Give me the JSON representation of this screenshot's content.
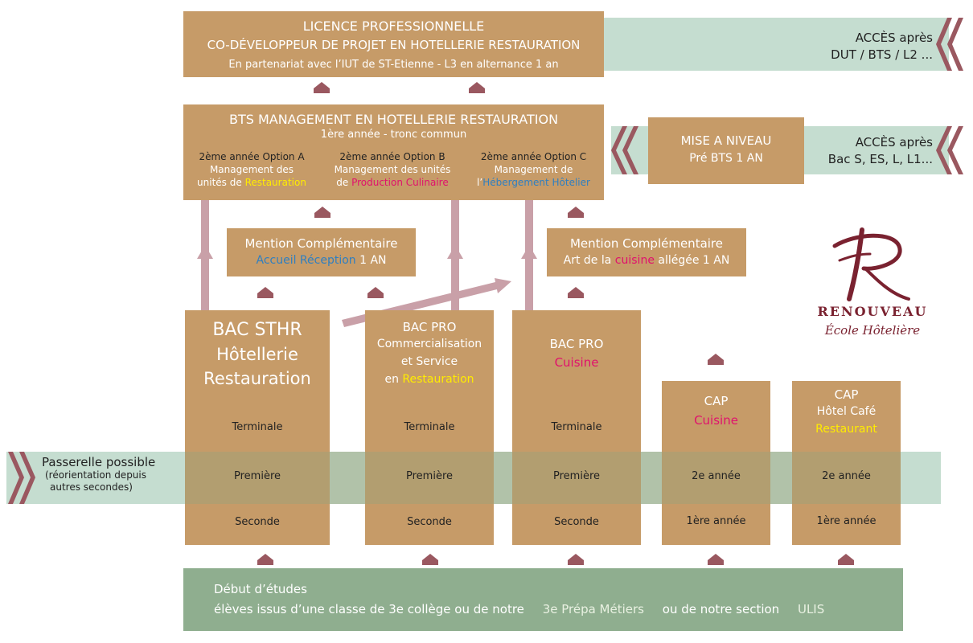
{
  "licence": {
    "line1": "LICENCE PROFESSIONNELLE",
    "line2": "CO-DÉVELOPPEUR DE PROJET EN HOTELLERIE RESTAURATION",
    "line3": "En partenariat avec l’IUT de ST-Etienne - L3 en alternance 1 an"
  },
  "acces_licence": {
    "line1": "ACCÈS après",
    "line2": "DUT / BTS / L2 ..."
  },
  "bts": {
    "title": "BTS MANAGEMENT EN HOTELLERIE RESTAURATION",
    "subtitle": "1ère année - tronc commun",
    "options": [
      {
        "head": "2ème année Option A",
        "line1": "Management des",
        "pre": "unités de ",
        "highlight": "Restauration"
      },
      {
        "head": "2ème année Option B",
        "line1": "Management des unités",
        "pre": "de ",
        "highlight": "Production Culinaire"
      },
      {
        "head": "2ème année Option C",
        "line1": "Management de",
        "pre": "l’",
        "highlight": "Hébergement Hôtelier"
      }
    ]
  },
  "mise_a_niveau": {
    "line1": "MISE A NIVEAU",
    "line2": "Pré BTS 1 AN"
  },
  "acces_bts": {
    "line1": "ACCÈS après",
    "line2": "Bac S, ES, L, L1..."
  },
  "mention_accueil": {
    "line1": "Mention Complémentaire",
    "highlight": "Accueil Réception",
    "post": " 1 AN"
  },
  "mention_cuisine": {
    "line1": "Mention Complémentaire",
    "pre": "Art de la ",
    "highlight": "cuisine",
    "post": " allégée 1 AN"
  },
  "logo": {
    "name": "RENOUVEAU",
    "tagline": "École Hôtelière"
  },
  "bac_sthr": {
    "line1": "BAC STHR",
    "line2": "Hôtellerie",
    "line3": "Restauration",
    "years": [
      "Terminale",
      "Première",
      "Seconde"
    ]
  },
  "bac_pro_service": {
    "line1": "BAC PRO",
    "line2": "Commercialisation",
    "line3": "et Service",
    "pre": "en ",
    "highlight": "Restauration",
    "years": [
      "Terminale",
      "Première",
      "Seconde"
    ]
  },
  "bac_pro_cuisine": {
    "line1": "BAC PRO",
    "highlight": "Cuisine",
    "years": [
      "Terminale",
      "Première",
      "Seconde"
    ]
  },
  "cap_cuisine": {
    "line1": "CAP",
    "highlight": "Cuisine",
    "years": [
      "2e année",
      "1ère année"
    ]
  },
  "cap_hotel": {
    "line1": "CAP",
    "line2": "Hôtel Café",
    "highlight": "Restaurant",
    "years": [
      "2e année",
      "1ère année"
    ]
  },
  "passerelle": {
    "line1": "Passerelle possible",
    "line2": "(réorientation depuis",
    "line3": "autres secondes)"
  },
  "debut": {
    "line1": "Début d’études",
    "line2": "élèves issus d’une classe de 3e collège ou de notre",
    "prepa": "3e Prépa Métiers",
    "mid": "ou de notre section",
    "ulis": "ULIS"
  },
  "colors": {
    "box": "#c69b68",
    "band": "#c5ddd0",
    "bottom_band": "#8fae8f",
    "arrow": "#9a5860",
    "connector": "#c9a0a8",
    "yellow": "#ffec00",
    "magenta": "#e0116d",
    "blue": "#2f7fc1",
    "logo": "#7a2230"
  }
}
